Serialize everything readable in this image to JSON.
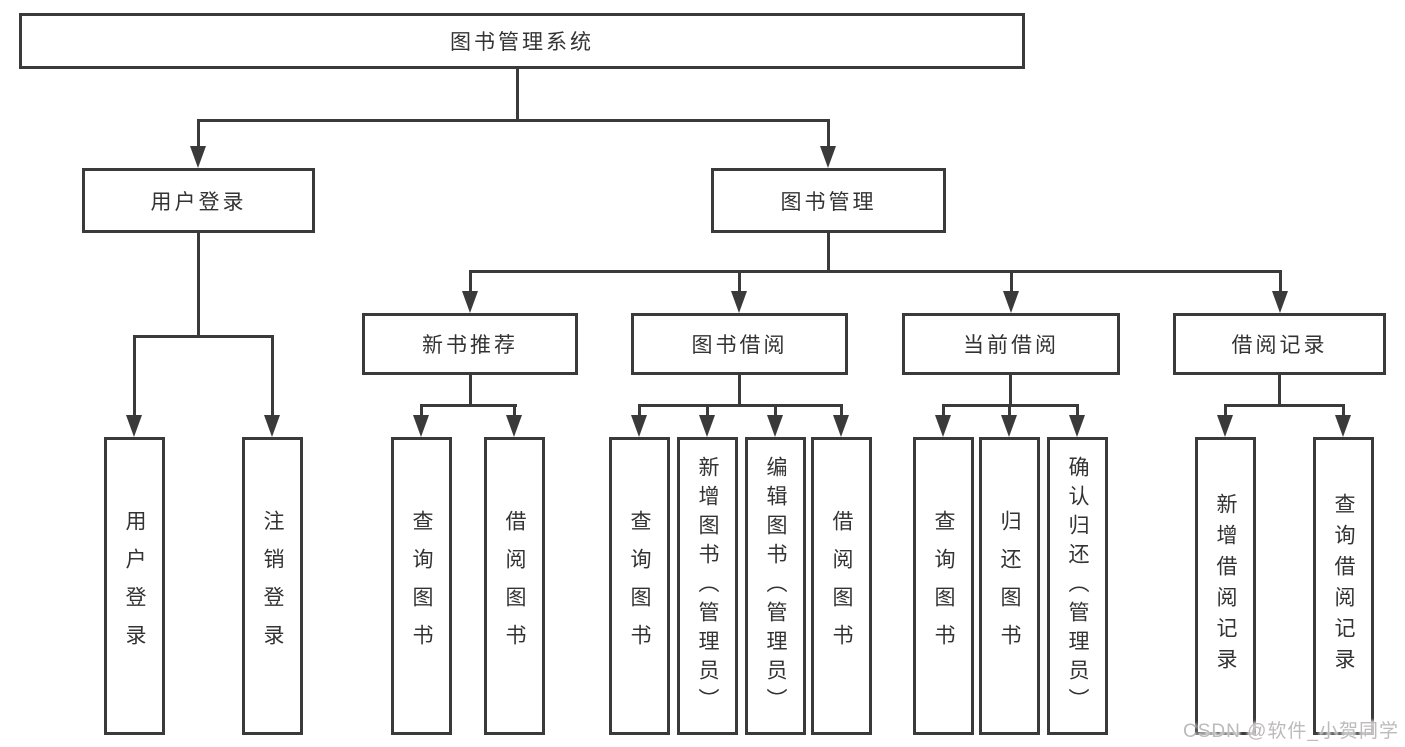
{
  "diagram": {
    "root": {
      "label": "图书管理系统"
    },
    "branches": [
      {
        "label": "用户登录",
        "children": [
          {
            "label": "用户登录"
          },
          {
            "label": "注销登录"
          }
        ]
      },
      {
        "label": "图书管理",
        "children": [
          {
            "label": "新书推荐",
            "children": [
              {
                "label": "查询图书"
              },
              {
                "label": "借阅图书"
              }
            ]
          },
          {
            "label": "图书借阅",
            "children": [
              {
                "label": "查询图书"
              },
              {
                "label": "新增图书（管理员）"
              },
              {
                "label": "编辑图书（管理员）"
              },
              {
                "label": "借阅图书"
              }
            ]
          },
          {
            "label": "当前借阅",
            "children": [
              {
                "label": "查询图书"
              },
              {
                "label": "归还图书"
              },
              {
                "label": "确认归还（管理员）"
              }
            ]
          },
          {
            "label": "借阅记录",
            "children": [
              {
                "label": "新增借阅记录"
              },
              {
                "label": "查询借阅记录"
              }
            ]
          }
        ]
      }
    ],
    "watermark": {
      "text": "CSDN @软件_小贺同学"
    },
    "colors": {
      "line": "#3a3a3a",
      "text": "#333333",
      "watermark": "#bdbaba",
      "background": "#ffffff"
    }
  }
}
